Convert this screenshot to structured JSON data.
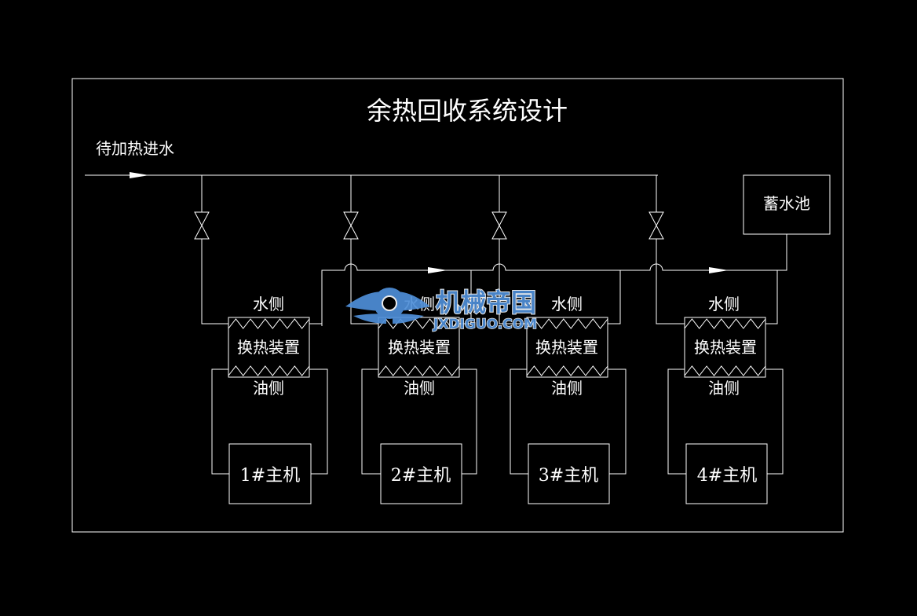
{
  "title": "余热回收系统设计",
  "inlet_label": "待加热进水",
  "tank_label": "蓄水池",
  "units": [
    {
      "water_label": "水侧",
      "hx_label": "换热装置",
      "oil_label": "油侧",
      "host_label": "1#主机"
    },
    {
      "water_label": "水侧",
      "hx_label": "换热装置",
      "oil_label": "油侧",
      "host_label": "2#主机"
    },
    {
      "water_label": "水侧",
      "hx_label": "换热装置",
      "oil_label": "油侧",
      "host_label": "3#主机"
    },
    {
      "water_label": "水侧",
      "hx_label": "换热装置",
      "oil_label": "油侧",
      "host_label": "4#主机"
    }
  ],
  "watermark": {
    "brand": "机械帝国",
    "url": "JXDIGUO.COM"
  },
  "colors": {
    "background": "#000000",
    "line": "#ffffff",
    "watermark": "#4f8fd8"
  }
}
